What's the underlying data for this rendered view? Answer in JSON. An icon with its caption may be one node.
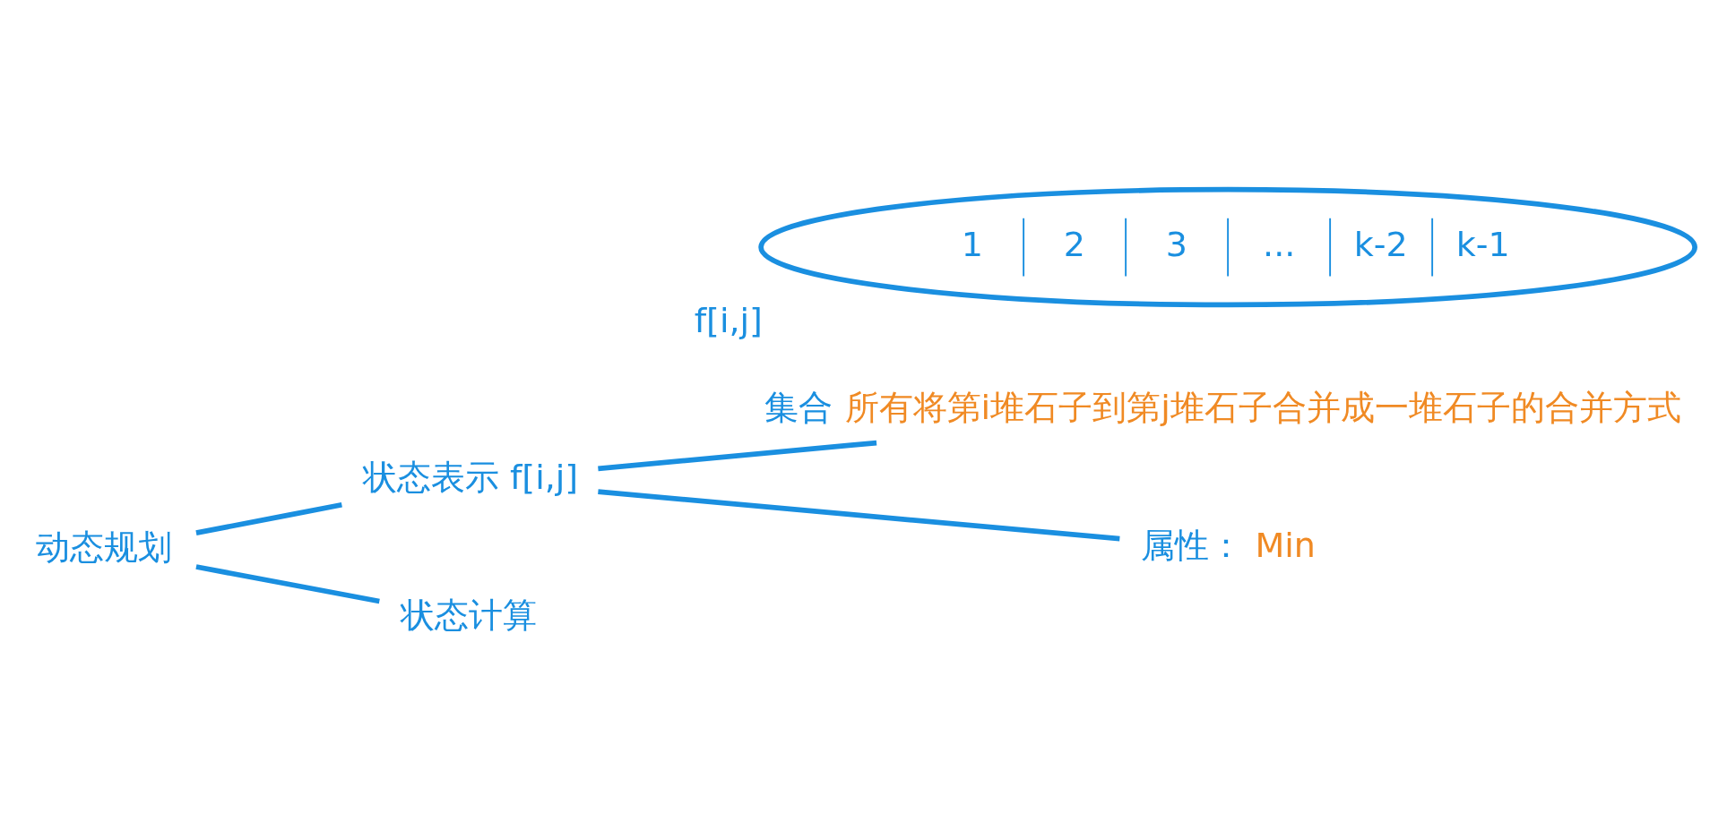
{
  "diagram": {
    "nodes": [
      {
        "text": [
          "动态规划"
        ]
      },
      {
        "text": [
          "状态表示 f[i,j]"
        ]
      },
      {
        "text": [
          "集合"
        ],
        "beside": [
          "所有将第i堆石子到第j堆石子合并成一堆石子的合并方式"
        ]
      },
      {
        "text": [
          "属性："
        ],
        "beside": [
          "Min"
        ]
      },
      {
        "text": [
          "状态计算"
        ]
      },
      {
        "text": [
          "1",
          "2",
          "3",
          "...",
          "k-2",
          "k-1"
        ],
        "beside": [
          "f[i,j]"
        ]
      }
    ],
    "edges": [
      {
        "from": 0,
        "to": 1,
        "arrow": "none"
      },
      {
        "from": 0,
        "to": 4,
        "arrow": "none"
      },
      {
        "from": 1,
        "to": 2,
        "arrow": "none"
      },
      {
        "from": 1,
        "to": 3,
        "arrow": "none"
      }
    ]
  }
}
